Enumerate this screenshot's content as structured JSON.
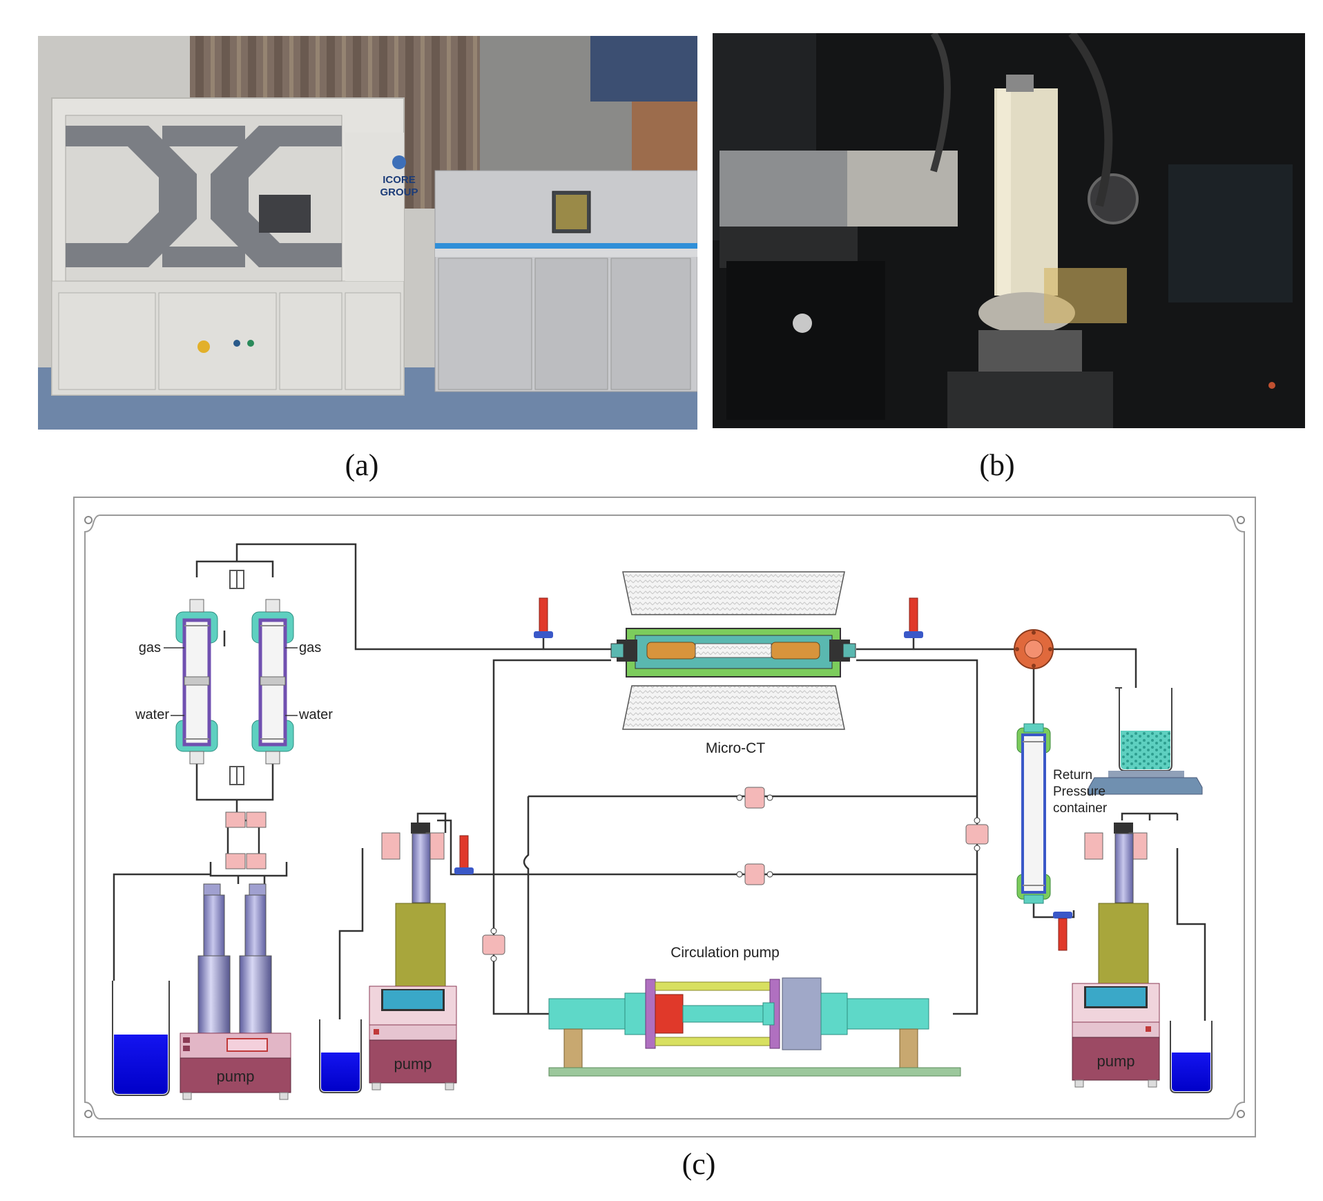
{
  "panel_a": {
    "caption": "(a)",
    "logo_text_line1": "ICORE",
    "logo_text_line2": "GROUP"
  },
  "panel_b": {
    "caption": "(b)"
  },
  "panel_c": {
    "caption": "(c)",
    "labels": {
      "gas_left": "gas",
      "gas_right": "gas",
      "water_left": "water",
      "water_right": "water",
      "micro_ct": "Micro-CT",
      "return_line1": "Return",
      "return_line2": "Pressure",
      "return_line3": "container",
      "circulation_pump": "Circulation pump",
      "pump_left": "pump",
      "pump_middle": "pump",
      "pump_right": "pump"
    },
    "colors": {
      "frame": "#9a9a9a",
      "line": "#333333",
      "water_blue": "#0000e6",
      "pump_body": "#9c4a64",
      "cylinder": "#8c8cc8",
      "olive": "#a8a63c",
      "teal": "#5ed8c8",
      "green": "#7ccc5c",
      "valve_pink": "#f4b8b8",
      "red": "#e0392a",
      "blue_mount": "#3a58c8",
      "gray_box": "#a0a8c8",
      "tan": "#c8a870",
      "ground": "#9cc89c"
    }
  }
}
